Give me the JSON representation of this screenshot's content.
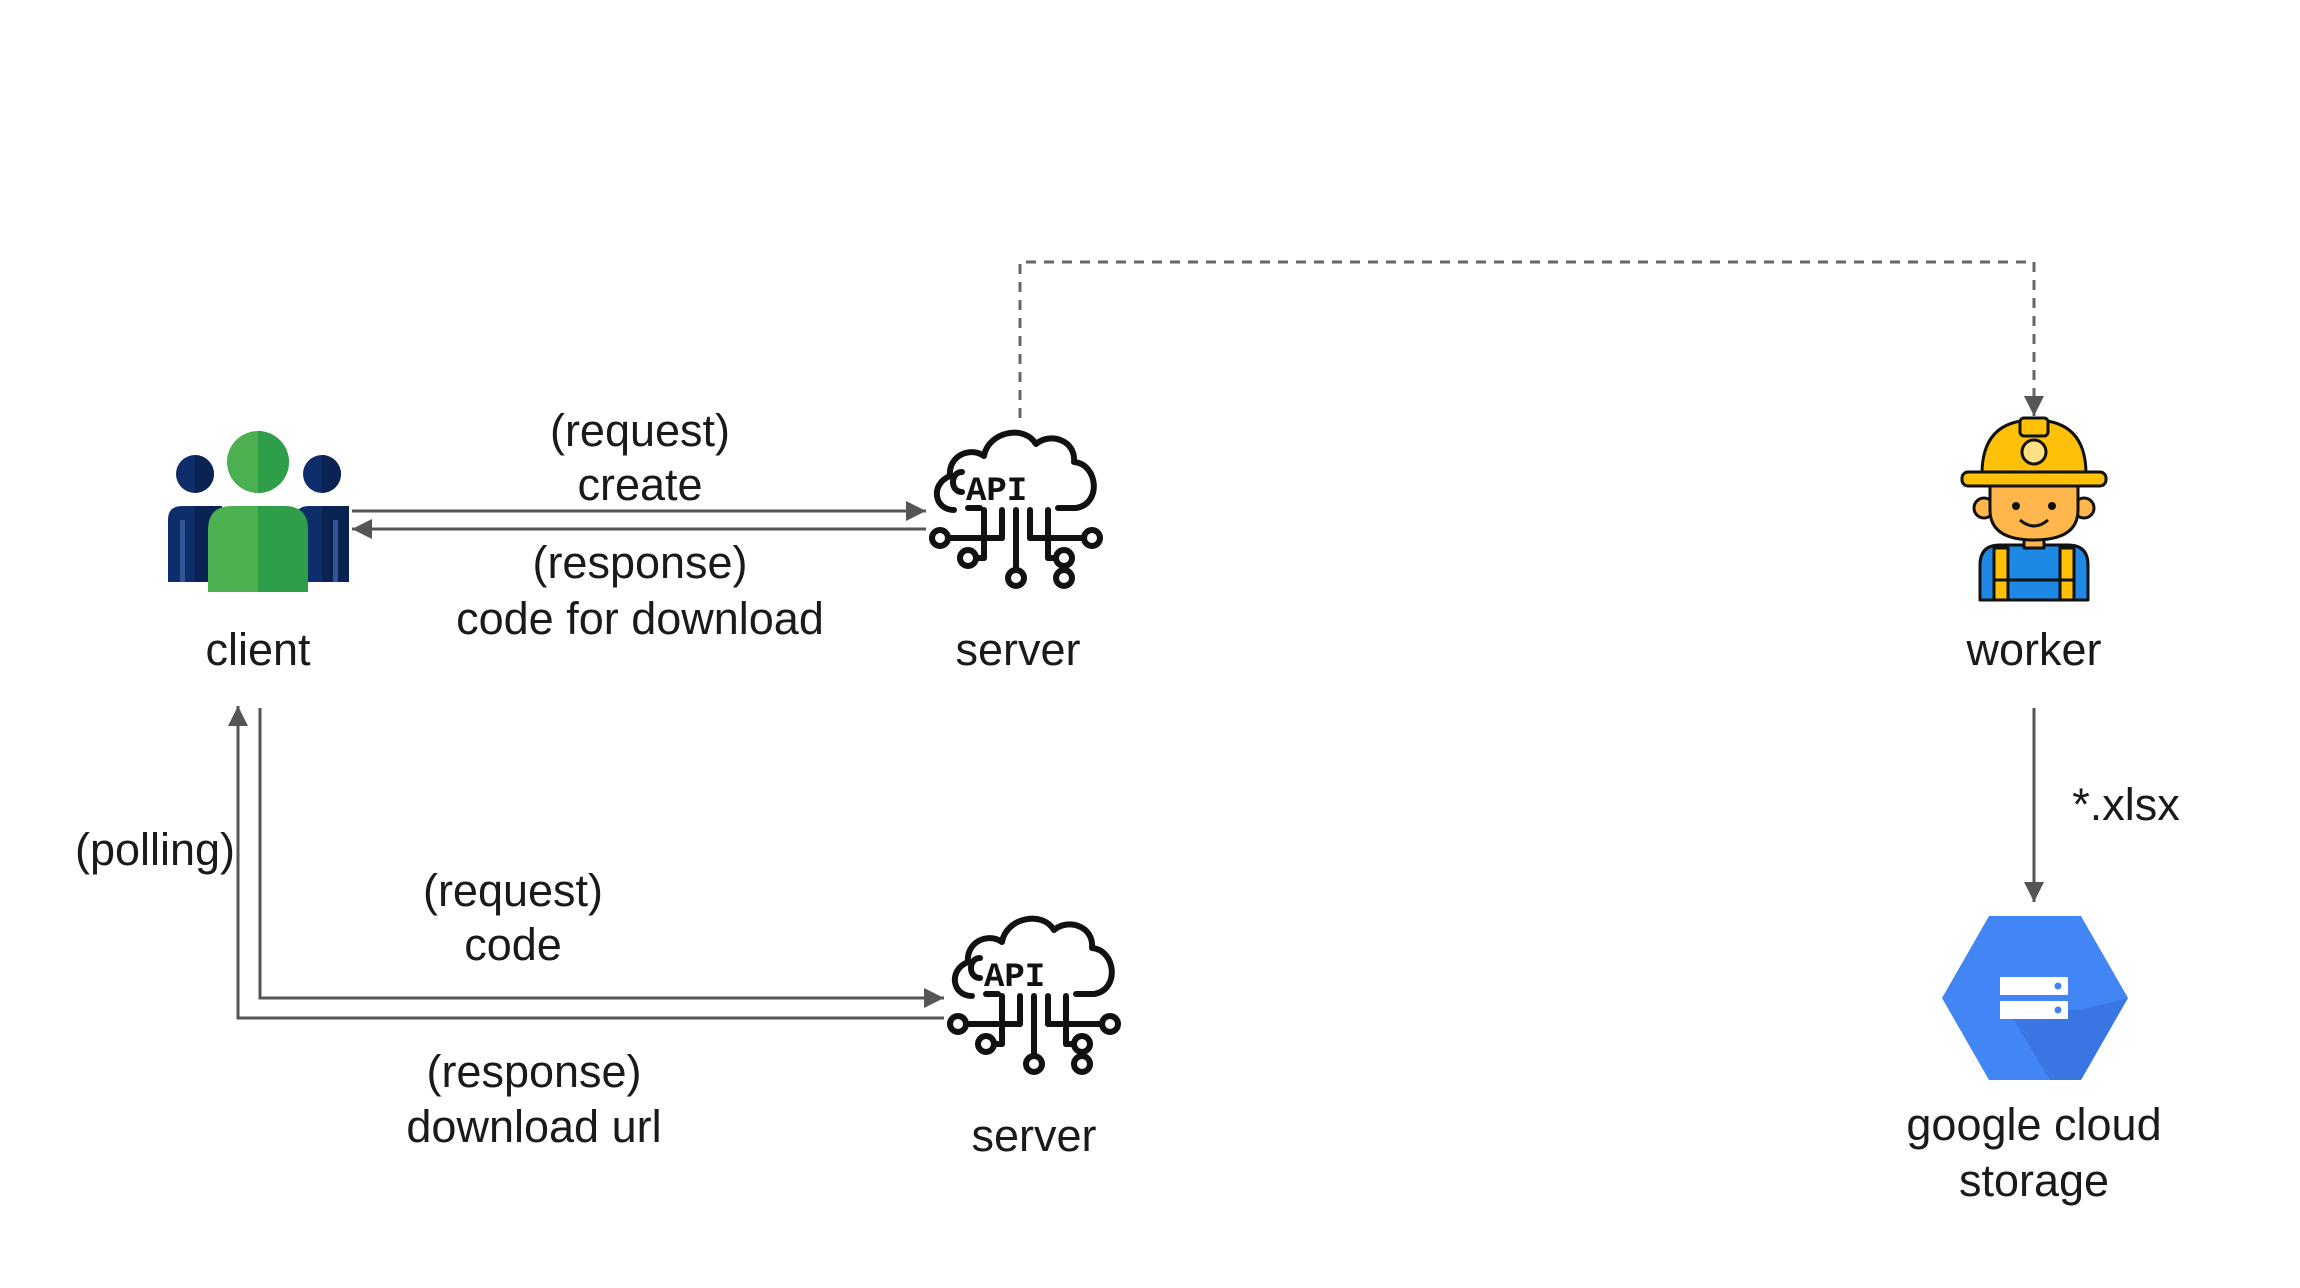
{
  "nodes": {
    "client": {
      "label": "client",
      "icon": "users-group-icon"
    },
    "server_top": {
      "label": "server",
      "icon": "cloud-api-icon"
    },
    "server_bottom": {
      "label": "server",
      "icon": "cloud-api-icon"
    },
    "worker": {
      "label": "worker",
      "icon": "construction-worker-icon"
    },
    "storage": {
      "line1": "google cloud",
      "line2": "storage",
      "icon": "google-cloud-storage-icon"
    }
  },
  "edges": {
    "create_request": {
      "line1": "(request)",
      "line2": "create"
    },
    "create_response": {
      "line1": "(response)",
      "line2": "code for download"
    },
    "polling": {
      "label": "(polling)"
    },
    "code_request": {
      "line1": "(request)",
      "line2": "code"
    },
    "code_response": {
      "line1": "(response)",
      "line2": "download url"
    },
    "upload": {
      "label": "*.xlsx"
    }
  },
  "colors": {
    "arrow": "#555555",
    "dashed": "#666666",
    "gcs_blue": "#4285F4",
    "client_green": "#4CAF50",
    "client_navy": "#0D2E6B",
    "helmet_yellow": "#FFC107",
    "skin": "#FFB74D",
    "vest_blue": "#1E88E5"
  }
}
